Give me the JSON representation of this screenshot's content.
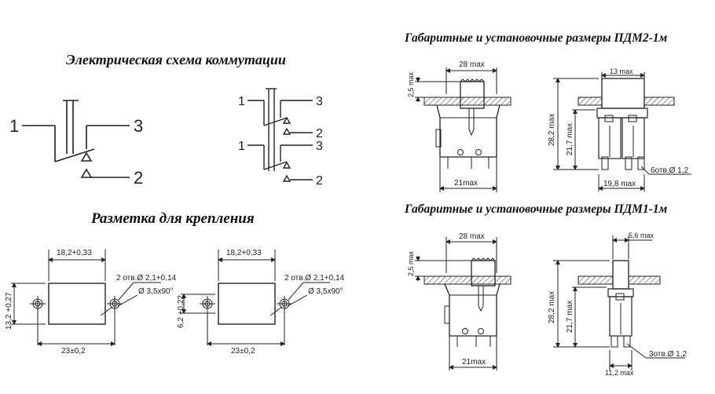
{
  "titles": {
    "switching_scheme": "Электрическая схема коммутации",
    "mounting_layout": "Разметка для крепления",
    "dims_pdm2": "Габаритные и установочные размеры ПДМ2-1м",
    "dims_pdm1": "Габаритные и установочные размеры ПДМ1-1м"
  },
  "scheme1": {
    "t1": "1",
    "t3": "3",
    "t2": "2"
  },
  "scheme2": {
    "a1": "1",
    "a3": "3",
    "a2": "2",
    "b1": "1",
    "b3": "3",
    "b2": "2"
  },
  "mount_left": {
    "top_dim": "18,2+0,33",
    "side_dim": "13,2 +0,27",
    "hole_note": "2 отв.Ø 2,1+0,14",
    "chamfer": "Ø 3,5x90°",
    "bottom_dim": "23±0,2"
  },
  "mount_right": {
    "top_dim": "18,2+0,33",
    "side_dim": "6,2 +0,22",
    "hole_note": "2 отв.Ø 2,1+0,14",
    "chamfer": "Ø 3,5x90°",
    "bottom_dim": "23±0,2"
  },
  "pdm2_front": {
    "width": "28 max",
    "height": "2,5 max",
    "base": "21max"
  },
  "pdm2_side": {
    "top": "13 max",
    "h_total": "28,2 max",
    "h_body": "21,7 max",
    "holes": "6отв.Ø 1,2",
    "base": "19,8 max"
  },
  "pdm1_front": {
    "width": "28 max",
    "height": "2,5 max",
    "base": "21max"
  },
  "pdm1_side": {
    "top": "5,6 max",
    "h_total": "28,2 max",
    "h_body": "21,7 max",
    "holes": "3отв.Ø 1,2",
    "base": "11,2 max"
  }
}
